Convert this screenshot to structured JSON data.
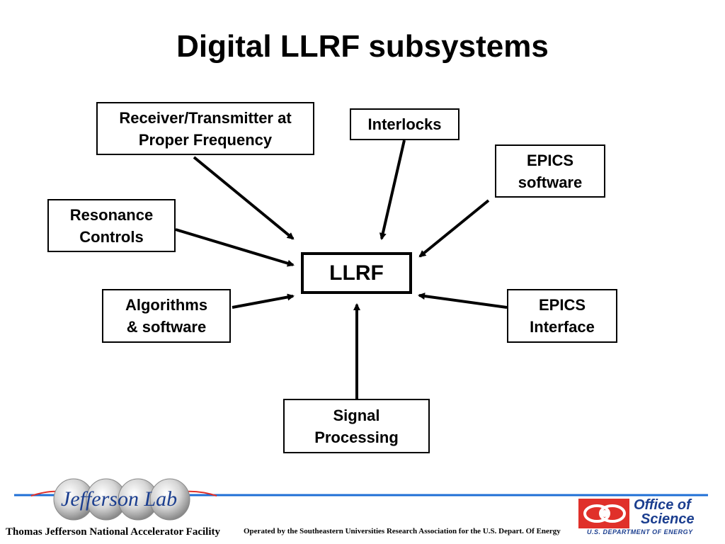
{
  "slide": {
    "title": "Digital LLRF subsystems"
  },
  "diagram": {
    "center": "LLRF",
    "receiver": {
      "line1": "Receiver/Transmitter at",
      "line2": "Proper Frequency"
    },
    "interlocks": {
      "line1": "Interlocks"
    },
    "epics_software": {
      "line1": "EPICS",
      "line2": "software"
    },
    "resonance": {
      "line1": "Resonance",
      "line2": "Controls"
    },
    "algorithms": {
      "line1": "Algorithms",
      "line2": "& software"
    },
    "epics_interface": {
      "line1": "EPICS",
      "line2": "Interface"
    },
    "signal": {
      "line1": "Signal",
      "line2": "Processing"
    }
  },
  "footer": {
    "lab_logo_text": "Jefferson Lab",
    "facility": "Thomas Jefferson National Accelerator Facility",
    "operated_by": "Operated by the Southeastern Universities Research Association for the U.S. Depart. Of Energy",
    "doe_line1": "Office of",
    "doe_line2": "Science",
    "doe_line3": "U.S. DEPARTMENT OF ENERGY"
  },
  "colors": {
    "footer_line": "#1f6fd6",
    "doe_blue": "#1b3e8f",
    "doe_red": "#e0302a"
  }
}
